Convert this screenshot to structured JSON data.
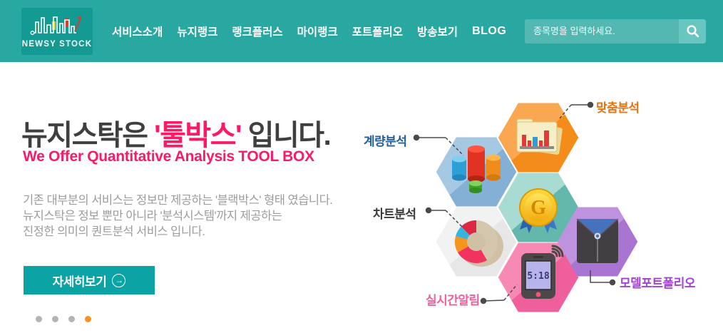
{
  "header": {
    "logo_text": "NEWSY STOCK",
    "nav": [
      {
        "label": "서비스소개"
      },
      {
        "label": "뉴지랭크"
      },
      {
        "label": "랭크플러스"
      },
      {
        "label": "마이랭크"
      },
      {
        "label": "포트폴리오"
      },
      {
        "label": "방송보기"
      },
      {
        "label": "BLOG"
      }
    ],
    "search": {
      "placeholder": "종목명을 입력하세요.",
      "icon": "search-icon"
    }
  },
  "hero": {
    "headline_prefix": "뉴지스탁은 ",
    "headline_accent": "'툴박스'",
    "headline_suffix": " 입니다.",
    "subtitle": "We Offer Quantitative Analysis TOOL BOX",
    "description": [
      "기존 대부분의 서비스는 정보만 제공하는 '블랙박스' 형태 였습니다.",
      "뉴지스탁은 정보 뿐만 아니라 '분석시스템'까지 제공하는",
      "진정한 의미의 퀀트분석 서비스 입니다."
    ],
    "cta_label": "자세히보기",
    "cta_icon": "arrow-right-circle-icon",
    "carousel": {
      "total_dots": 4,
      "active_dot_index": 3
    }
  },
  "diagram": {
    "labels": {
      "quant": "계량분석",
      "chart": "차트분석",
      "custom": "맞춤분석",
      "realtime": "실시간알림",
      "model": "모델포트폴리오"
    },
    "phone_time": "5:18",
    "coin_letter": "G",
    "icons": [
      "cylinder-bar-chart-icon",
      "folder-chart-icon",
      "gold-medal-icon",
      "donut-chart-icon",
      "alarm-phone-icon",
      "portfolio-bag-icon"
    ]
  },
  "colors": {
    "header_teal": "#29a7a1",
    "cta_teal": "#0ca3a4",
    "accent_pink": "#fb1a64",
    "active_dot_orange": "#f7941e",
    "hex_orange": "#f48c1c",
    "hex_blue": "#84b0d6",
    "hex_teal": "#64b7ab",
    "hex_gray": "#e7e7e7",
    "hex_pink": "#ef5f9b",
    "hex_purple": "#a875d3",
    "label_blue": "#235e9b",
    "label_dark": "#3a3a3a",
    "label_orange": "#e8720c",
    "label_pink": "#ef5f9a",
    "label_purple": "#a340d8"
  }
}
